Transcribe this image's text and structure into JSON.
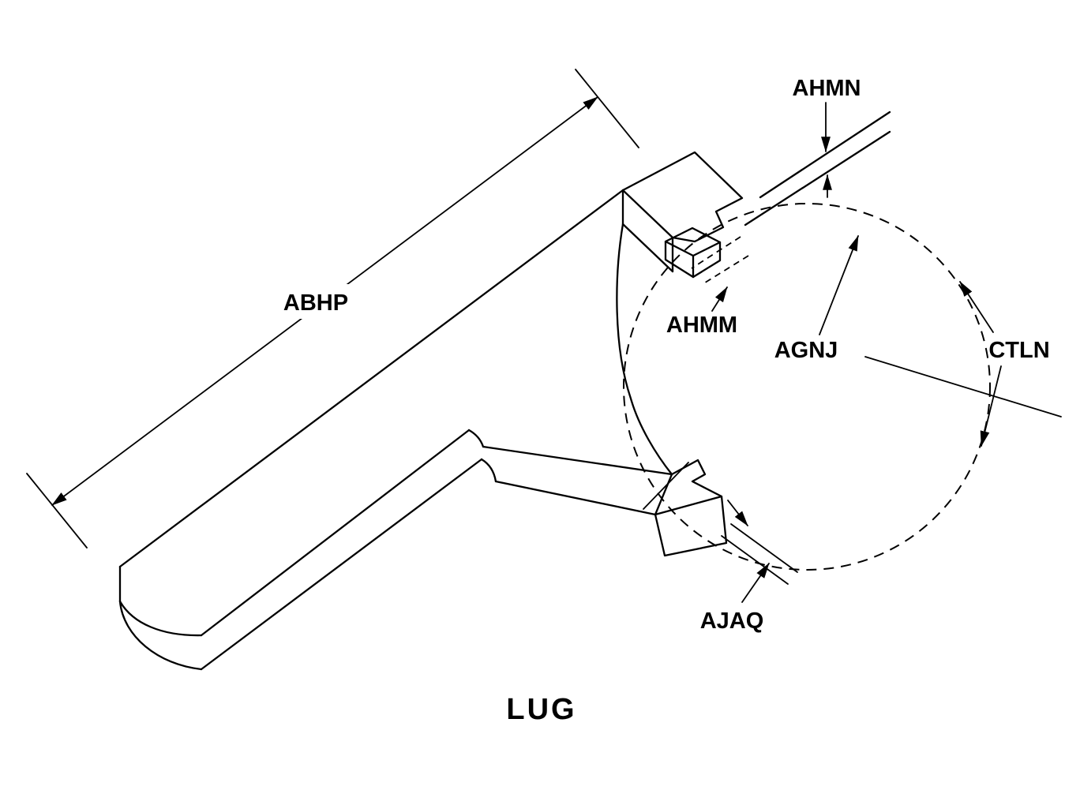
{
  "diagram": {
    "type": "isometric-part-dimension-drawing",
    "part_title": "LUG",
    "dimension_labels": {
      "abhp": "ABHP",
      "ahmn": "AHMN",
      "ahmm": "AHMM",
      "agnj": "AGNJ",
      "ctln": "CTLN",
      "ajaq": "AJAQ"
    },
    "colors": {
      "line": "#000000",
      "background": "#ffffff"
    }
  }
}
